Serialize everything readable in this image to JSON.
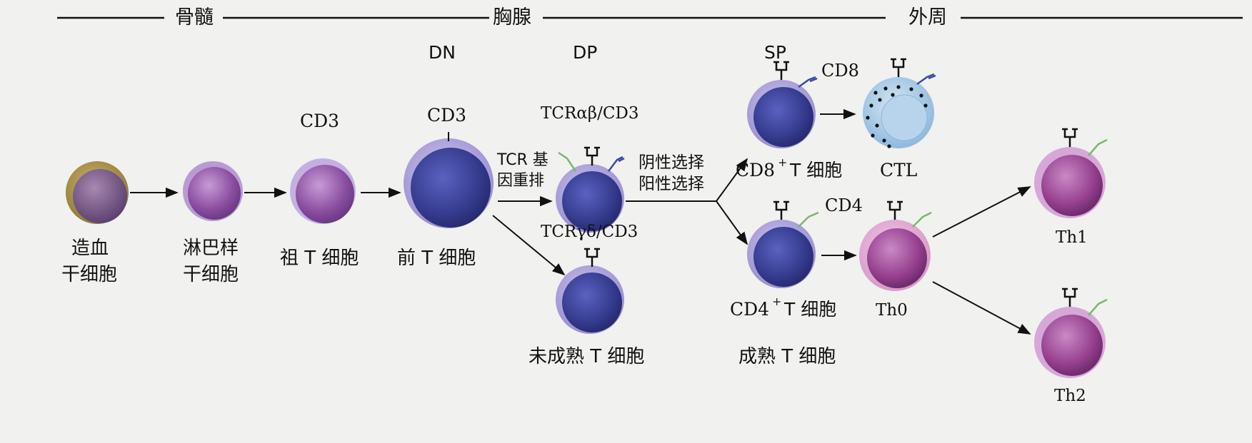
{
  "regions": {
    "bone_marrow": "骨髓",
    "thymus": "胸腺",
    "periphery": "外周"
  },
  "stages": {
    "dn": "DN",
    "dp": "DP",
    "sp": "SP"
  },
  "markers": {
    "cd3_precursor": "CD3",
    "cd3_pre_t": "CD3",
    "tcr_ab_cd3": "TCRαβ/CD3",
    "tcr_gd_cd3": "TCRγδ/CD3",
    "cd8": "CD8",
    "cd4": "CD4"
  },
  "processes": {
    "rearrangement_line1": "TCR 基",
    "rearrangement_line2": "因重排",
    "negative_selection": "阴性选择",
    "positive_selection": "阳性选择"
  },
  "cells": {
    "hsc_line1": "造血",
    "hsc_line2": "干细胞",
    "lymphoid_line1": "淋巴样",
    "lymphoid_line2": "干细胞",
    "pro_t": "祖 T 细胞",
    "pre_t": "前 T 细胞",
    "immature_t": "未成熟 T 细胞",
    "cd8_t": "CD8",
    "cd8_t_suffix": "T 细胞",
    "cd4_t": "CD4",
    "cd4_t_suffix": "T 细胞",
    "ctl": "CTL",
    "th0": "Th0",
    "th1": "Th1",
    "th2": "Th2",
    "mature_t": "成熟 T 细胞"
  },
  "superscript_plus": "+",
  "colors": {
    "nucleus_blue": "#3a3f96",
    "membrane_lavender": "#a99ed6",
    "purple_cell": "#8a4ea0",
    "magenta_cell": "#a04a9c",
    "ctl_fill": "#a8cbe6",
    "receptor_green": "#77b86a",
    "receptor_blue": "#3a4aa8"
  }
}
